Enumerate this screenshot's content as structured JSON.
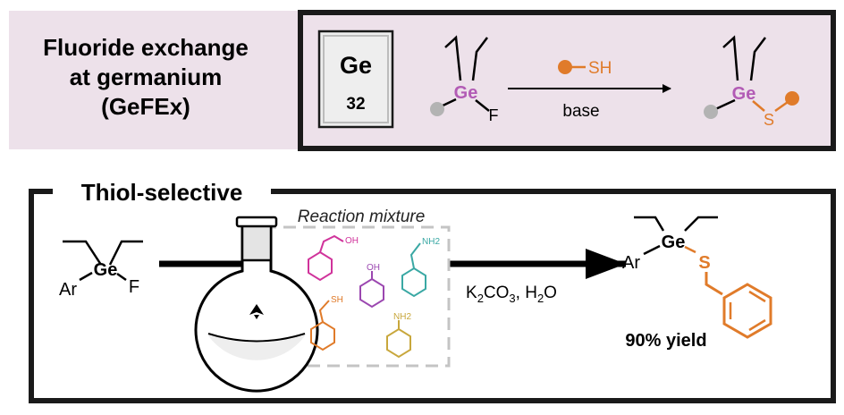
{
  "colors": {
    "panel_bg": "#ede1ea",
    "ge": "#b25bb5",
    "thiol": "#e07b2a",
    "gray_ball": "#b3b3b3",
    "magenta": "#d0339b",
    "purple": "#9b47b0",
    "teal": "#3aa8a4",
    "olive": "#c8a73c",
    "dash": "#c4c4c4"
  },
  "top_panel": {
    "title_lines": [
      "Fluoride exchange",
      "at germanium",
      "(GeFEx)"
    ],
    "element_tile": {
      "symbol": "Ge",
      "number": "32"
    },
    "reactant": {
      "ge": "Ge",
      "leaving": "F"
    },
    "reagent_label": "SH",
    "condition": "base",
    "product": {
      "ge": "Ge",
      "linker": "S"
    }
  },
  "bottom_panel": {
    "title": "Thiol-selective",
    "substrate": {
      "aryl": "Ar",
      "ge": "Ge",
      "leaving": "F"
    },
    "mixture_label": "Reaction mixture",
    "mixture_labels": [
      "OH",
      "NH2",
      "OH",
      "SH",
      "NH2"
    ],
    "condition": {
      "k": "K",
      "k_sub": "2",
      "co": "CO",
      "co_sub": "3",
      "sep": ", H",
      "h_sub": "2",
      "o": "O"
    },
    "product": {
      "aryl": "Ar",
      "ge": "Ge",
      "linker": "S"
    },
    "yield_text": "90% yield"
  }
}
